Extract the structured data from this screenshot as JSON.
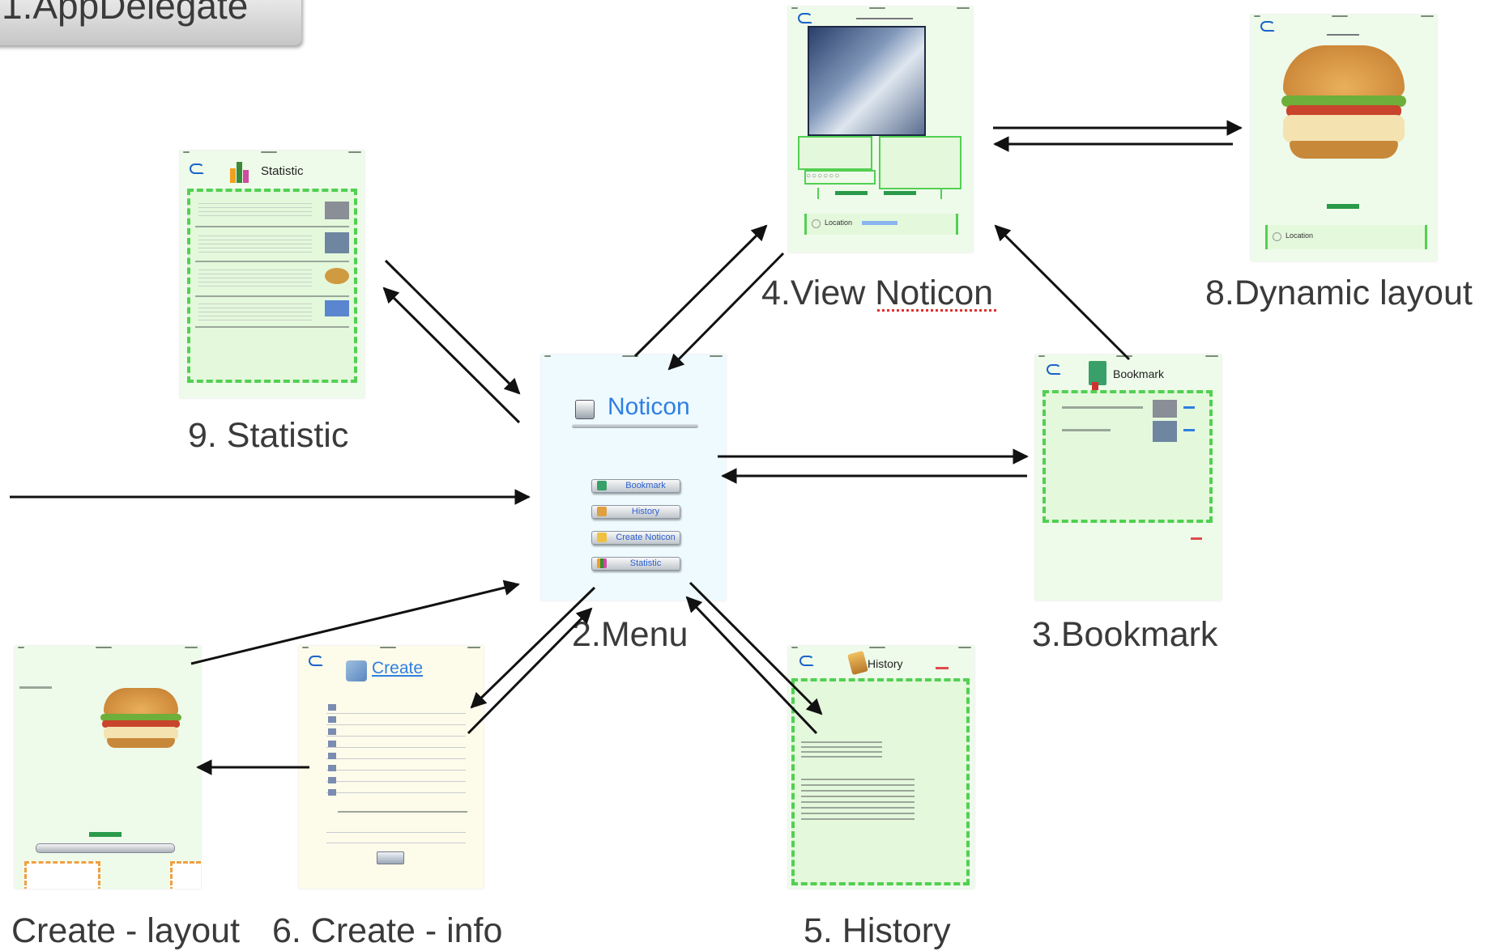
{
  "nodes": {
    "app_delegate": "1.AppDelegate",
    "menu": "2.Menu",
    "bookmark": "3.Bookmark",
    "view_noticon": "4.View Noticon",
    "history": "5. History",
    "create_info": "6. Create - info",
    "create_layout": "Create - layout",
    "dynamic_layout": "8.Dynamic layout",
    "statistic": "9. Statistic"
  },
  "menu_screen": {
    "title": "Noticon",
    "buttons": [
      "Bookmark",
      "History",
      "Create Noticon",
      "Statistic"
    ]
  },
  "statistic_screen": {
    "title": "Statistic"
  },
  "bookmark_screen": {
    "title": "Bookmark"
  },
  "history_screen": {
    "title": "History"
  },
  "create_screen": {
    "title": "Create"
  },
  "view_noticon_screen": {
    "location_label": "Location"
  },
  "dynamic_screen": {
    "location_label": "Location"
  },
  "colors": {
    "arrow": "#111111",
    "link_blue": "#2f7fe0",
    "frame_green": "#52d052"
  }
}
